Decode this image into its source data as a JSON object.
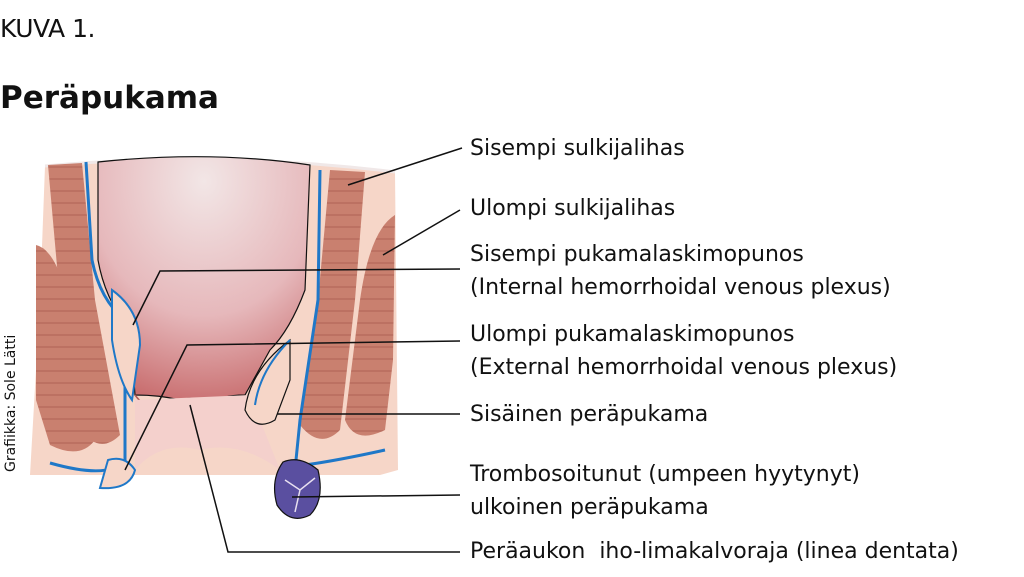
{
  "figure_number": "KUVA 1.",
  "title": "Peräpukama",
  "credit": "Grafiikka: Sole Lätti",
  "labels": [
    {
      "lines": [
        "Sisempi sulkijalihas"
      ]
    },
    {
      "lines": [
        "Ulompi sulkijalihas"
      ]
    },
    {
      "lines": [
        "Sisempi pukamalaskimopunos",
        "(Internal hemorrhoidal venous plexus)"
      ]
    },
    {
      "lines": [
        "Ulompi pukamalaskimopunos",
        "(External hemorrhoidal venous plexus)"
      ]
    },
    {
      "lines": [
        "Sisäinen peräpukama"
      ]
    },
    {
      "lines": [
        "Trombosoitunut (umpeen hyytynyt)",
        "ulkoinen peräpukama"
      ]
    },
    {
      "lines": [
        "Peräaukon  iho-limakalvoraja (linea dentata)"
      ]
    }
  ],
  "colors": {
    "skin": "#f6d6c8",
    "muscle": "#c7776a",
    "vein": "#1f78c8",
    "clot": "#5a4fa0",
    "lumen": "#e8b8b8"
  }
}
